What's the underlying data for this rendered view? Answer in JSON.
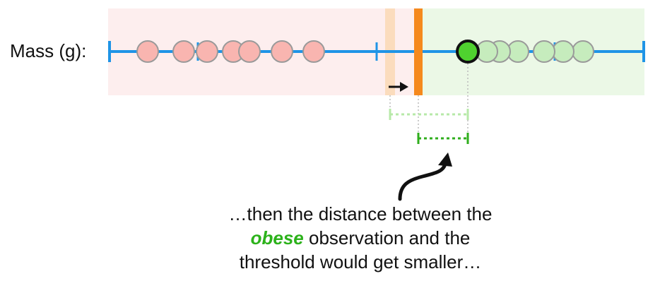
{
  "axis": {
    "label": "Mass (g):"
  },
  "caption": {
    "line1": "…then the distance between the",
    "emphasis": "obese",
    "line2_rest": " observation and the",
    "line3": "threshold would get smaller…"
  },
  "colors": {
    "axis_line": "#1f94e6",
    "region_left": "#fdeeee",
    "region_right": "#ebf8e6",
    "threshold_old": "#fbdcbd",
    "threshold_new": "#f5891d",
    "not_obese_point": "#f9b5b0",
    "obese_point": "#c6ecbd",
    "highlighted_point": "#4fd12f",
    "margin_old": "#b7e9a8",
    "margin_new": "#2fae1c"
  },
  "icons": {
    "shift_arrow": "right-arrow-icon",
    "pointer": "curved-arrow-icon"
  }
}
